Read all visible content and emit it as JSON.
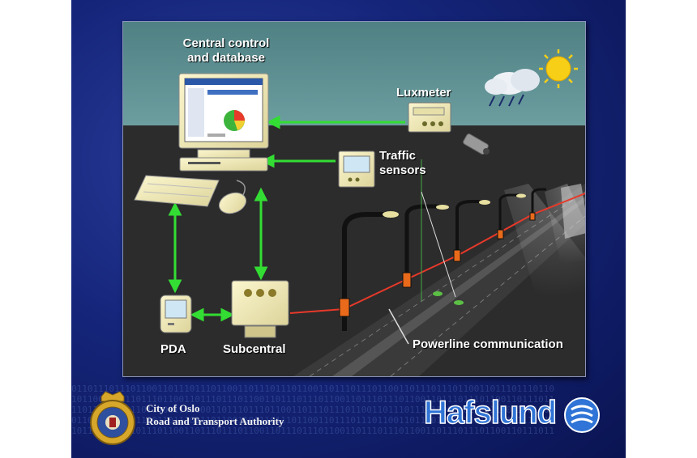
{
  "diagram": {
    "labels": {
      "central": "Central control and database",
      "luxmeter": "Luxmeter",
      "traffic": "Traffic sensors",
      "pda": "PDA",
      "subcentral": "Subcentral",
      "powerline": "Powerline communication"
    }
  },
  "footer": {
    "line1": "City of Oslo",
    "line2": "Road and Transport Authority",
    "brand": "Hafslund"
  },
  "colors": {
    "link_green": "#33dd33",
    "powerline_red": "#e8392a",
    "device_beige": "#f4eebb",
    "sky_teal": "#5b8b8e",
    "road_dark": "#2a2a2a",
    "brand_blue": "#2f74d6"
  },
  "icons": [
    "monitor-icon",
    "keyboard-icon",
    "mouse-icon",
    "luxmeter-icon",
    "traffic-sensor-icon",
    "pda-icon",
    "subcentral-icon",
    "moon-icon",
    "cloud-rain-icon",
    "sun-icon",
    "street-lamp-icon",
    "city-seal-icon",
    "hafslund-logo-icon"
  ]
}
